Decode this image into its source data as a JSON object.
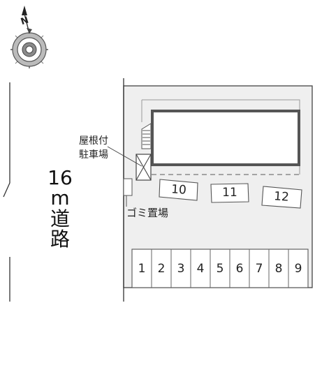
{
  "compass": {
    "north_label": "N",
    "icon": "compass-rose-icon"
  },
  "road": {
    "width_number": "16",
    "unit": "m",
    "chars": [
      "道",
      "路"
    ]
  },
  "carport_label": {
    "line1": "屋根付",
    "line2": "駐車場"
  },
  "garbage_label": "ゴミ置場",
  "parking_slots_bottom": [
    "1",
    "2",
    "3",
    "4",
    "5",
    "6",
    "7",
    "8",
    "9"
  ],
  "parking_slots_upper": [
    "10",
    "11",
    "12"
  ],
  "colors": {
    "lot_fill": "#efefef",
    "building_outline": "#555555",
    "line": "#444444"
  }
}
